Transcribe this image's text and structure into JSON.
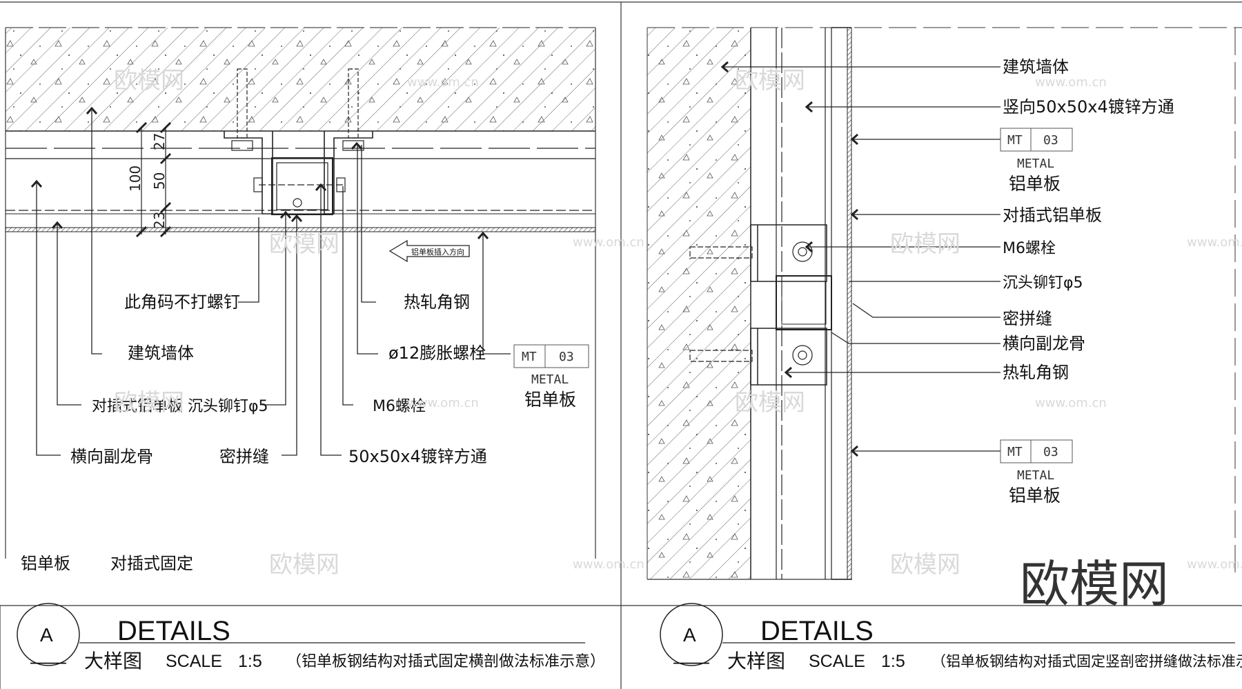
{
  "watermarks": {
    "brand": "欧模网",
    "url": "www.om.cn",
    "corner_logo": "欧模网"
  },
  "left_detail": {
    "dimensions": {
      "d27": "27",
      "d50": "50",
      "d100": "100",
      "d23": "23"
    },
    "insert_direction_label": "铝单板插入方向",
    "labels": {
      "corner_no_screw": "此角码不打螺钉",
      "hot_rolled_angle": "热轧角钢",
      "building_wall": "建筑墙体",
      "expansion_bolt": "ø12膨胀螺栓",
      "panel_rivet": "对插式铝单板 沉头铆钉φ5",
      "m6_bolt": "M6螺栓",
      "sub_keel": "横向副龙骨",
      "tight_joint": "密拼缝",
      "square_tube": "50x50x4镀锌方通"
    },
    "material_tag": {
      "code": "MT",
      "number": "03",
      "type": "METAL",
      "name": "铝单板"
    },
    "bottom_notes": [
      "铝单板",
      "对插式固定"
    ],
    "title_block": {
      "circle_letter": "A",
      "circle_sub": "——",
      "heading": "DETAILS",
      "subheading": "大样图",
      "scale_label": "SCALE",
      "scale_value": "1:5",
      "description": "（铝单板钢结构对插式固定横剖做法标准示意）"
    }
  },
  "right_detail": {
    "labels": {
      "building_wall": "建筑墙体",
      "vertical_tube": "竖向50x50x4镀锌方通",
      "panel": "对插式铝单板",
      "m6_bolt": "M6螺栓",
      "rivet": "沉头铆钉φ5",
      "tight_joint": "密拼缝",
      "sub_keel": "横向副龙骨",
      "hot_rolled_angle": "热轧角钢"
    },
    "material_tags": [
      {
        "code": "MT",
        "number": "03",
        "type": "METAL",
        "name": "铝单板"
      },
      {
        "code": "MT",
        "number": "03",
        "type": "METAL",
        "name": "铝单板"
      }
    ],
    "title_block": {
      "circle_letter": "A",
      "circle_sub": "——",
      "heading": "DETAILS",
      "subheading": "大样图",
      "scale_label": "SCALE",
      "scale_value": "1:5",
      "description": "（铝单板钢结构对插式固定竖剖密拼缝做法标准示意）"
    }
  }
}
